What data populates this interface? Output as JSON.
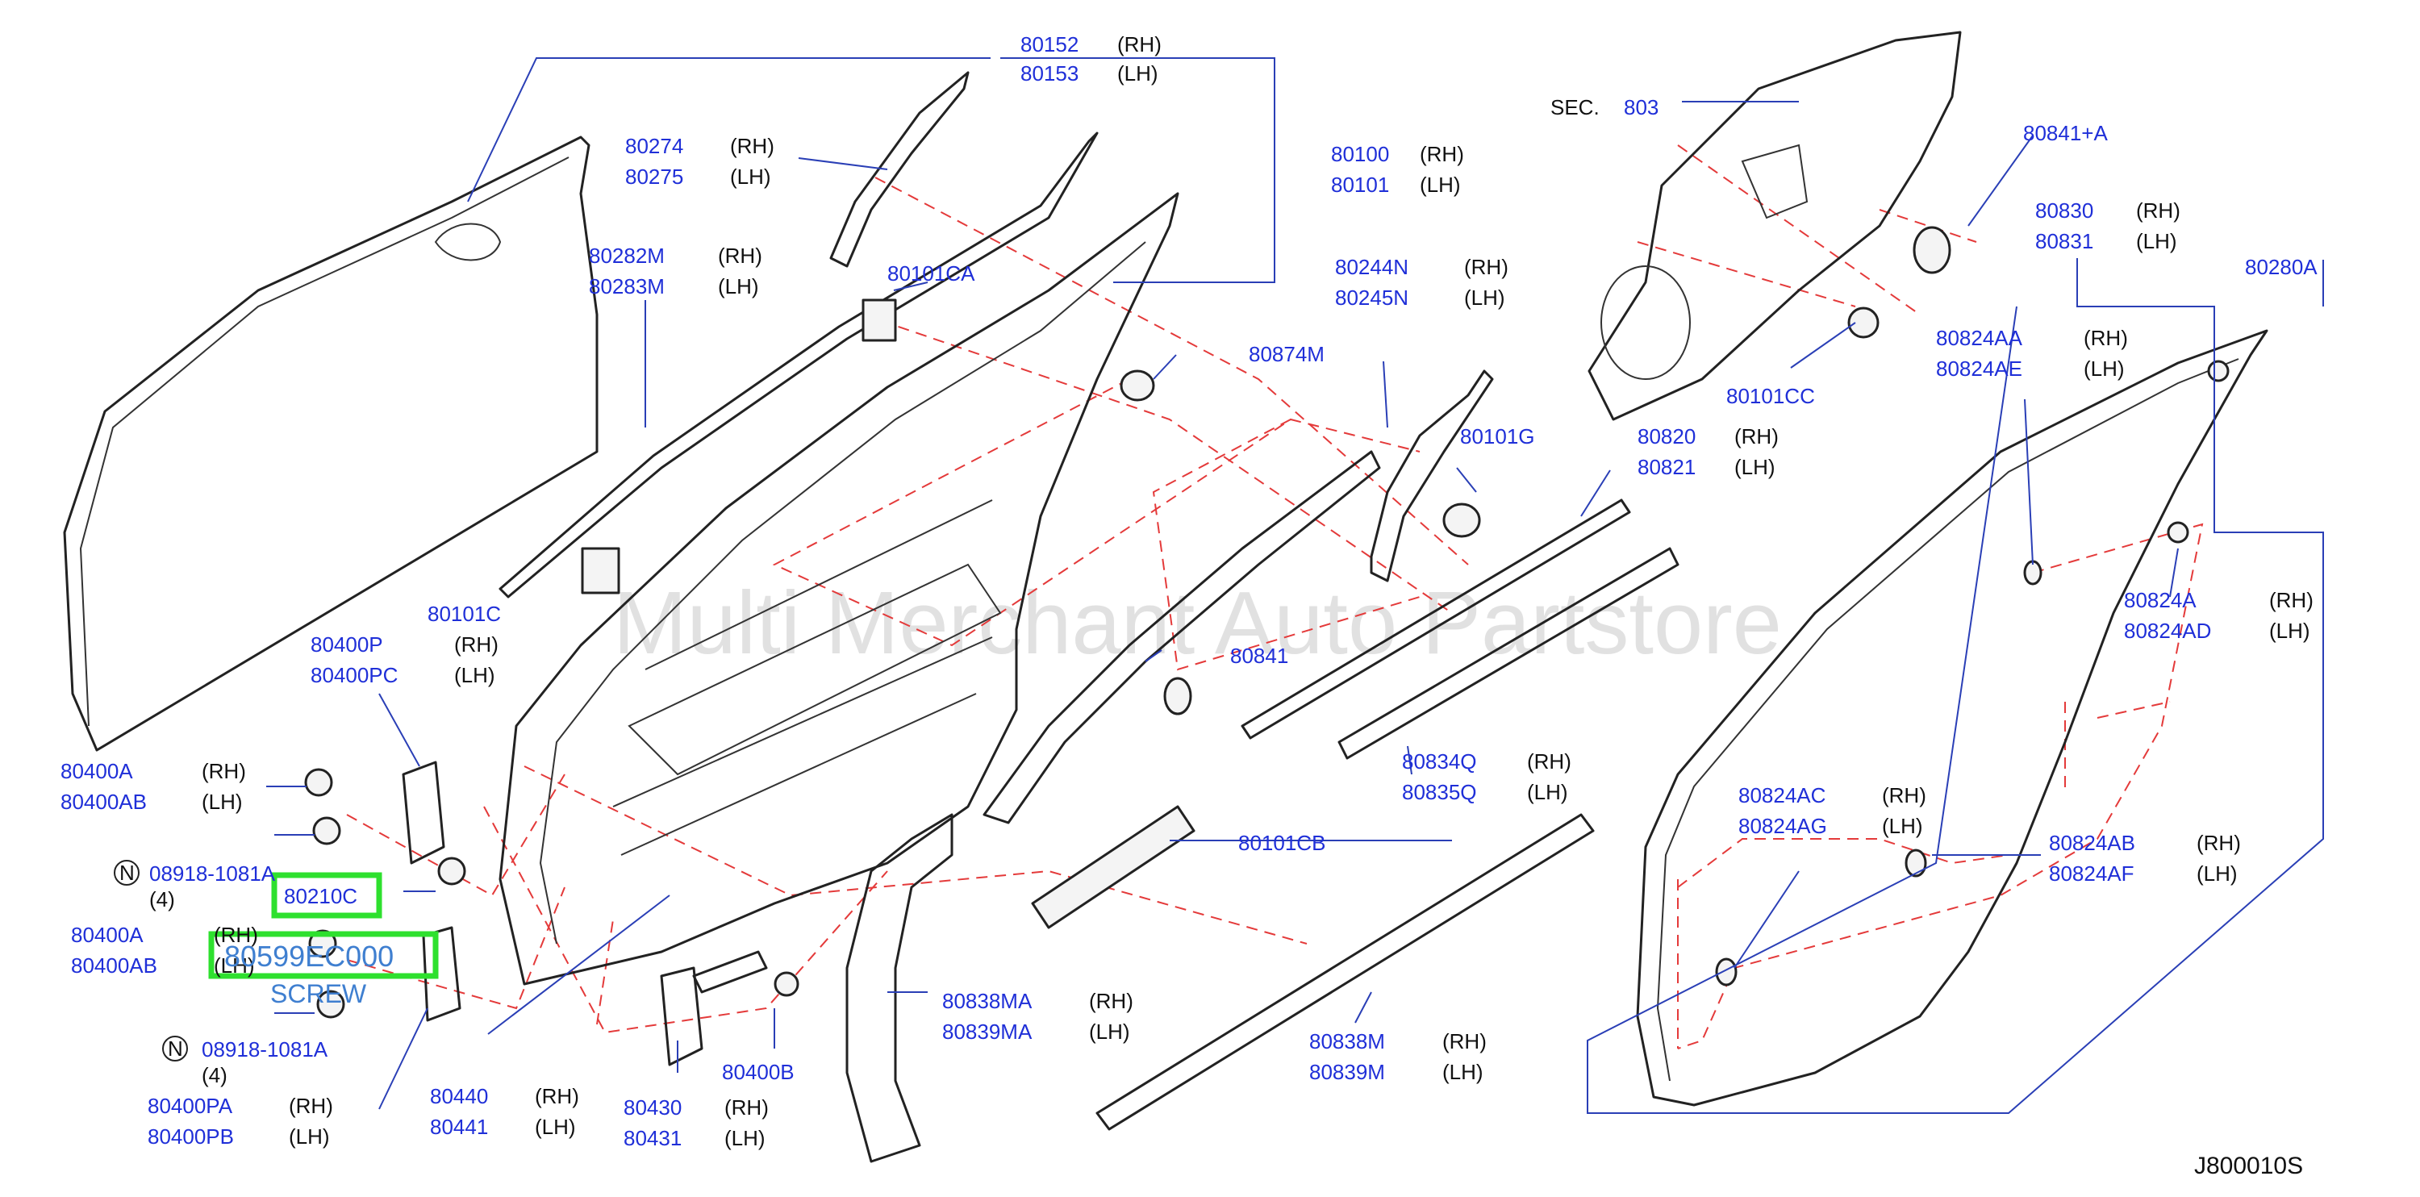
{
  "diagram_code": "J800010S",
  "watermark": "Multi Merchant Auto Partstore",
  "section_ref": {
    "prefix": "SEC.",
    "number": "803"
  },
  "overlay": {
    "part_number": "80599EC000",
    "description": "SCREW"
  },
  "callouts": [
    {
      "id": "80152",
      "rh": "80152",
      "lh": "80153"
    },
    {
      "id": "80274",
      "rh": "80274",
      "lh": "80275"
    },
    {
      "id": "80282M",
      "rh": "80282M",
      "lh": "80283M"
    },
    {
      "id": "80101CA",
      "single": "80101CA"
    },
    {
      "id": "80100",
      "rh": "80100",
      "lh": "80101"
    },
    {
      "id": "80874M",
      "single": "80874M"
    },
    {
      "id": "80244N",
      "rh": "80244N",
      "lh": "80245N"
    },
    {
      "id": "80101G",
      "single": "80101G"
    },
    {
      "id": "80820",
      "rh": "80820",
      "lh": "80821"
    },
    {
      "id": "80101C",
      "single": "80101C"
    },
    {
      "id": "80841",
      "single": "80841"
    },
    {
      "id": "80400P",
      "rh": "80400P",
      "lh": "80400PC"
    },
    {
      "id": "80400A-top",
      "rh": "80400A",
      "lh": "80400AB"
    },
    {
      "id": "80210C",
      "single": "80210C"
    },
    {
      "id": "80400A-bottom",
      "rh": "80400A",
      "lh": "80400AB"
    },
    {
      "id": "80400PA",
      "rh": "80400PA",
      "lh": "80400PB"
    },
    {
      "id": "80440",
      "rh": "80440",
      "lh": "80441"
    },
    {
      "id": "80430",
      "rh": "80430",
      "lh": "80431"
    },
    {
      "id": "80400B",
      "single": "80400B"
    },
    {
      "id": "80838MA",
      "rh": "80838MA",
      "lh": "80839MA"
    },
    {
      "id": "80838M",
      "rh": "80838M",
      "lh": "80839M"
    },
    {
      "id": "80101CB",
      "single": "80101CB"
    },
    {
      "id": "80834Q",
      "rh": "80834Q",
      "lh": "80835Q"
    },
    {
      "id": "80841A",
      "single": "80841+A"
    },
    {
      "id": "80101CC",
      "single": "80101CC"
    },
    {
      "id": "80830",
      "rh": "80830",
      "lh": "80831"
    },
    {
      "id": "80280A",
      "single": "80280A"
    },
    {
      "id": "80824AA",
      "rh": "80824AA",
      "lh": "80824AE"
    },
    {
      "id": "80824A",
      "rh": "80824A",
      "lh": "80824AD"
    },
    {
      "id": "80824AC",
      "rh": "80824AC",
      "lh": "80824AG"
    },
    {
      "id": "80824AB",
      "rh": "80824AB",
      "lh": "80824AF"
    }
  ],
  "nut_callouts": [
    {
      "id": "nut-top",
      "symbol": "N",
      "part": "08918-1081A",
      "qty": "(4)"
    },
    {
      "id": "nut-bottom",
      "symbol": "N",
      "part": "08918-1081A",
      "qty": "(4)"
    }
  ],
  "side_suffix": {
    "rh": "(RH)",
    "lh": "(LH)"
  },
  "colors": {
    "label": "#1f2fd8",
    "leader": "#2a3fb6",
    "hidden_line": "#e43a3a",
    "highlight": "#2ee02e",
    "overlay_text": "#3f7fd0"
  }
}
